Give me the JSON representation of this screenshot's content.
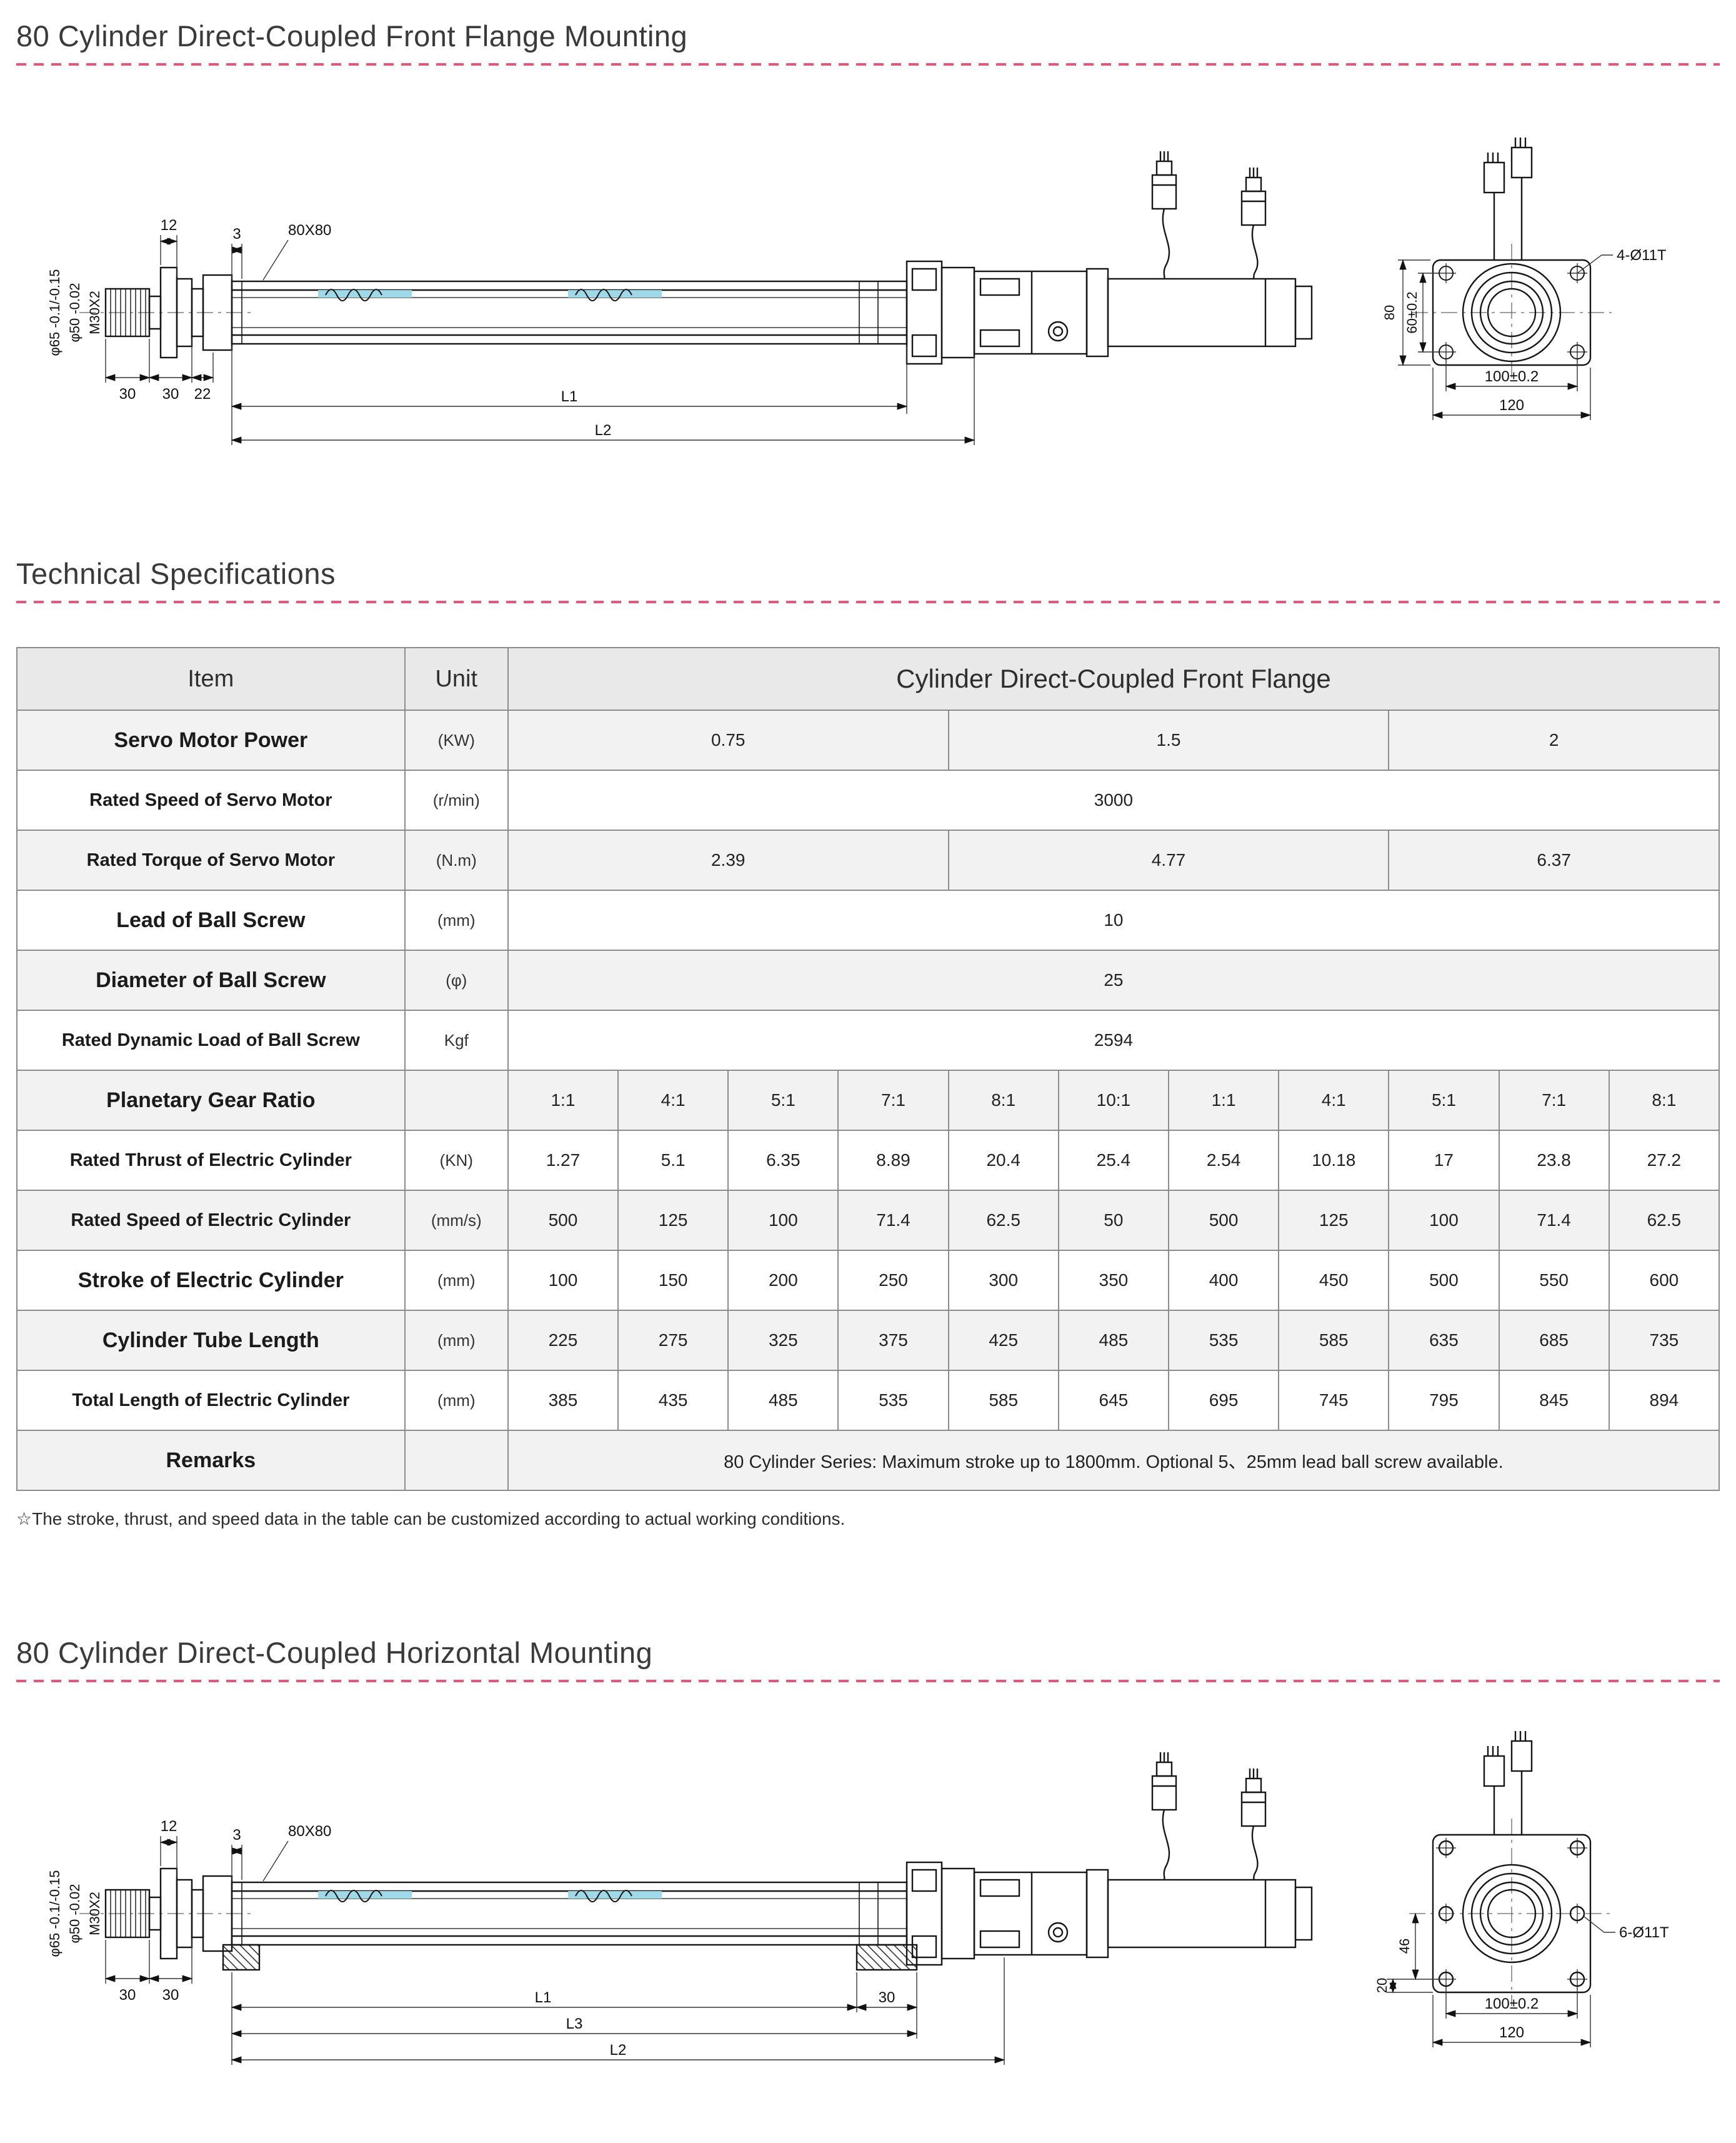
{
  "page": {
    "section_front": {
      "title": "80 Cylinder Direct-Coupled Front Flange Mounting"
    },
    "section_specs": {
      "title": "Technical Specifications"
    },
    "section_horizontal": {
      "title": "80 Cylinder Direct-Coupled Horizontal Mounting"
    },
    "footnote": "☆The stroke, thrust, and speed data in the table can be customized according to actual working conditions."
  },
  "colors": {
    "accent_dashed_rule": "#e85577",
    "drawing_highlight": "#9fd8e6",
    "table_header_bg": "#e9e9e9",
    "table_stripe_bg": "#f2f2f2"
  },
  "table": {
    "headers": {
      "item": "Item",
      "unit": "Unit",
      "product": "Cylinder Direct-Coupled Front Flange"
    },
    "rows": [
      {
        "label": "Servo Motor Power",
        "unit": "(KW)",
        "cells": [
          "0.75",
          "1.5",
          "2"
        ]
      },
      {
        "label": "Rated Speed of Servo Motor",
        "unit": "(r/min)",
        "cells": [
          "3000"
        ]
      },
      {
        "label": "Rated Torque of Servo Motor",
        "unit": "(N.m)",
        "cells": [
          "2.39",
          "4.77",
          "6.37"
        ]
      },
      {
        "label": "Lead of Ball Screw",
        "unit": "(mm)",
        "cells": [
          "10"
        ]
      },
      {
        "label": "Diameter of Ball Screw",
        "unit": "(φ)",
        "cells": [
          "25"
        ]
      },
      {
        "label": "Rated Dynamic Load of Ball Screw",
        "unit": "Kgf",
        "cells": [
          "2594"
        ]
      },
      {
        "label": "Planetary Gear Ratio",
        "unit": "",
        "cells": [
          "1:1",
          "4:1",
          "5:1",
          "7:1",
          "8:1",
          "10:1",
          "1:1",
          "4:1",
          "5:1",
          "7:1",
          "8:1"
        ]
      },
      {
        "label": "Rated Thrust of Electric Cylinder",
        "unit": "(KN)",
        "cells": [
          "1.27",
          "5.1",
          "6.35",
          "8.89",
          "20.4",
          "25.4",
          "2.54",
          "10.18",
          "17",
          "23.8",
          "27.2"
        ]
      },
      {
        "label": "Rated Speed of Electric Cylinder",
        "unit": "(mm/s)",
        "cells": [
          "500",
          "125",
          "100",
          "71.4",
          "62.5",
          "50",
          "500",
          "125",
          "100",
          "71.4",
          "62.5"
        ]
      },
      {
        "label": "Stroke of Electric Cylinder",
        "unit": "(mm)",
        "cells": [
          "100",
          "150",
          "200",
          "250",
          "300",
          "350",
          "400",
          "450",
          "500",
          "550",
          "600"
        ]
      },
      {
        "label": "Cylinder Tube Length",
        "unit": "(mm)",
        "cells": [
          "225",
          "275",
          "325",
          "375",
          "425",
          "485",
          "535",
          "585",
          "635",
          "685",
          "735"
        ]
      },
      {
        "label": "Total Length of Electric Cylinder",
        "unit": "(mm)",
        "cells": [
          "385",
          "435",
          "485",
          "535",
          "585",
          "645",
          "695",
          "745",
          "795",
          "845",
          "894"
        ]
      },
      {
        "label": "Remarks",
        "unit": "",
        "cells": [
          "80 Cylinder Series: Maximum stroke up to 1800mm. Optional 5、25mm lead ball screw available."
        ]
      }
    ]
  },
  "drawings": {
    "front": {
      "dims": {
        "d12": "12",
        "d3": "3",
        "body": "80X80",
        "rod_outer": "φ65 -0.1/-0.15",
        "rod_mid": "φ50 -0.02",
        "rod_thread": "M30X2",
        "d30": "30",
        "d22": "22",
        "L1": "L1",
        "L2": "L2"
      },
      "end_view": {
        "holes": "4-Ø11T",
        "height": "80",
        "bolt_v": "60±0.2",
        "bolt_h": "100±0.2",
        "width": "120"
      }
    },
    "horizontal": {
      "dims": {
        "d12": "12",
        "d3": "3",
        "body": "80X80",
        "rod_outer": "φ65 -0.1/-0.15",
        "rod_mid": "φ50 -0.02",
        "rod_thread": "M30X2",
        "d30": "30",
        "L1": "L1",
        "L3": "L3",
        "L2": "L2"
      },
      "end_view": {
        "holes": "6-Ø11T",
        "dim_a": "46",
        "dim_b": "20",
        "bolt_h": "100±0.2",
        "width": "120"
      }
    }
  }
}
